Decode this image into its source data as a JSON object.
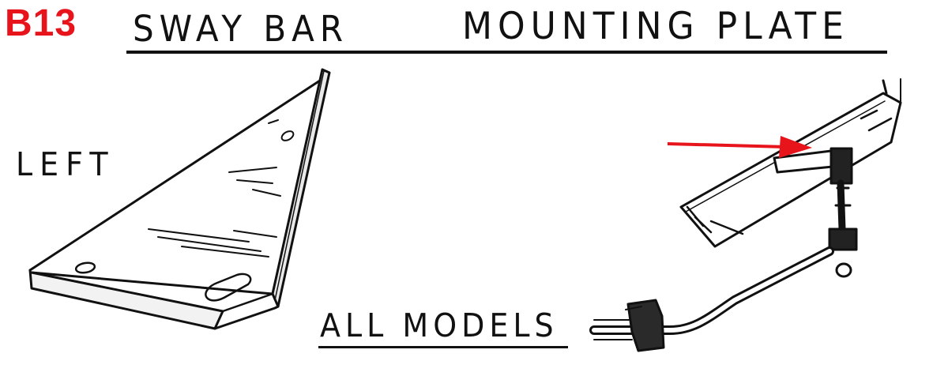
{
  "header": {
    "part_code": "B13",
    "title_part1": "SWAY BAR",
    "title_part2": "MOUNTING PLATE"
  },
  "labels": {
    "side": "LEFT",
    "applicability": "ALL MODELS"
  },
  "colors": {
    "part_code": "#e8141c",
    "arrow": "#e8141c",
    "ink": "#111111"
  }
}
